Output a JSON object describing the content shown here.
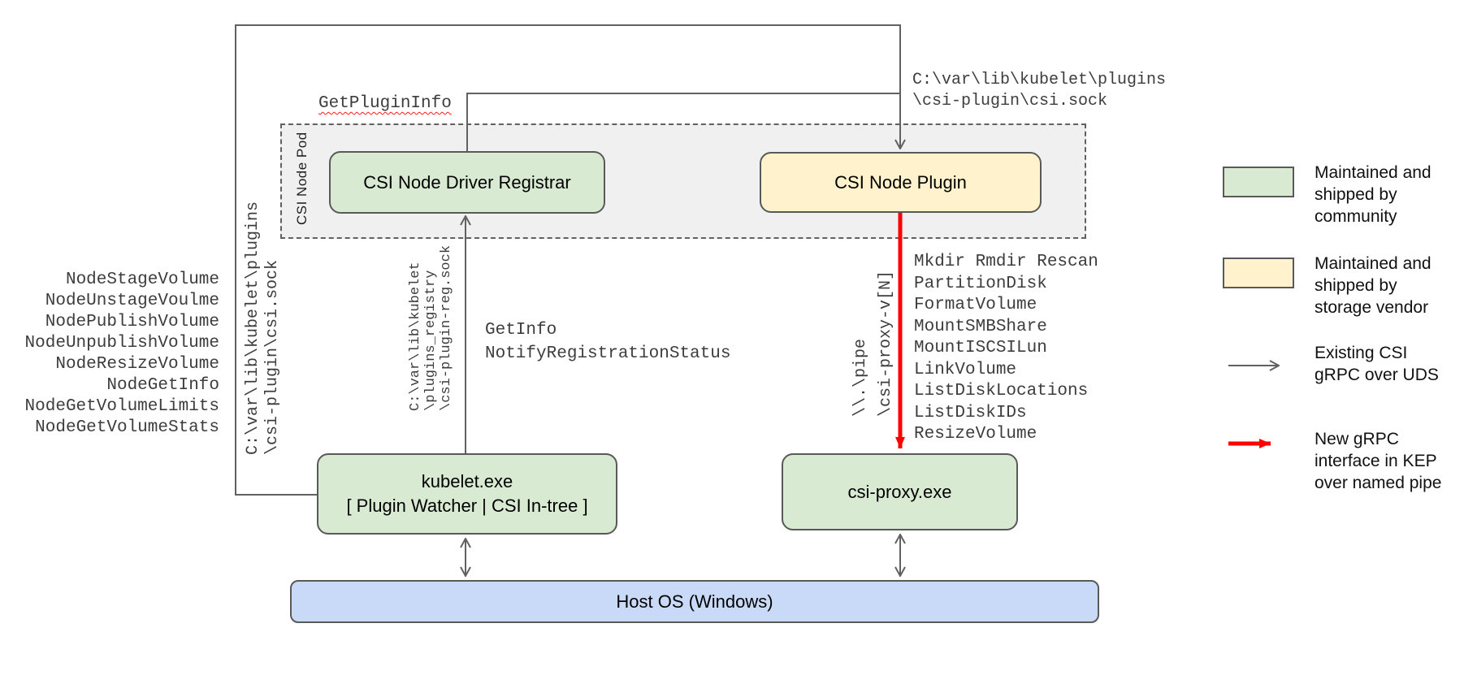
{
  "pod": {
    "label": "CSI Node Pod"
  },
  "boxes": {
    "registrar": {
      "label": "CSI Node Driver Registrar"
    },
    "plugin": {
      "label": "CSI Node Plugin"
    },
    "kubelet": {
      "lines": [
        "kubelet.exe",
        "[ Plugin Watcher | CSI In-tree ]"
      ]
    },
    "csi_proxy": {
      "label": "csi-proxy.exe"
    },
    "host_os": {
      "label": "Host OS (Windows)"
    }
  },
  "edge_labels": {
    "get_plugin_info": "GetPluginInfo",
    "csi_sock_top_lines": [
      "C:\\var\\lib\\kubelet\\plugins",
      "\\csi-plugin\\csi.sock"
    ],
    "csi_sock_left_lines": [
      "C:\\var\\lib\\kubelet\\plugins",
      "\\csi-plugin\\csi.sock"
    ],
    "registry_sock_lines": [
      "C:\\var\\lib\\kubelet",
      "\\plugins_registry",
      "\\csi-plugin-reg.sock"
    ],
    "named_pipe_lines": [
      "\\\\.\\pipe",
      "\\csi-proxy-v[N]"
    ],
    "registration_calls": [
      "GetInfo",
      "NotifyRegistrationStatus"
    ]
  },
  "kubelet_csi_calls": [
    "NodeStageVolume",
    "NodeUnstageVoulme",
    "NodePublishVolume",
    "NodeUnpublishVolume",
    "NodeResizeVolume",
    "NodeGetInfo",
    "NodeGetVolumeLimits",
    "NodeGetVolumeStats"
  ],
  "csi_proxy_calls": [
    "Mkdir Rmdir Rescan",
    "PartitionDisk",
    "FormatVolume",
    "MountSMBShare",
    "MountISCSILun",
    "LinkVolume",
    "ListDiskLocations",
    "ListDiskIDs",
    "ResizeVolume"
  ],
  "legend": {
    "community": "Maintained and shipped by community",
    "vendor": "Maintained and shipped by storage vendor",
    "uds_arrow": "Existing CSI gRPC over UDS",
    "pipe_arrow": "New gRPC interface in KEP over named pipe"
  },
  "colors": {
    "community_green": "#d9ead3",
    "vendor_yellow": "#fff2cc",
    "host_blue": "#c9daf8",
    "pod_gray": "#f0f0f0",
    "line_gray": "#616161",
    "new_interface_red": "#ff0000",
    "border_gray": "#595959"
  }
}
